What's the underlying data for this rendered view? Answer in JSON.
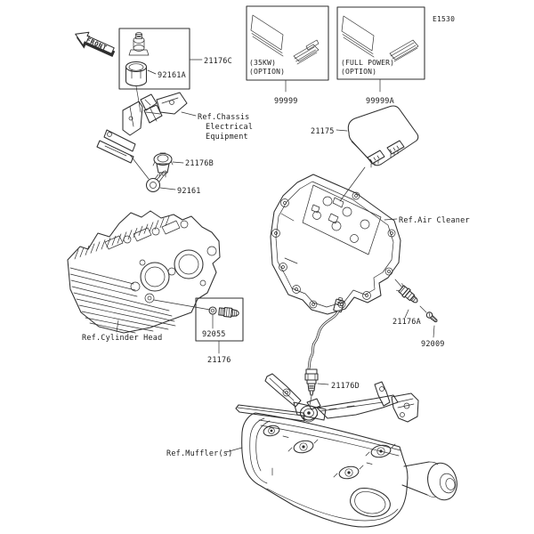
{
  "diagram": {
    "page_code": "E1530",
    "front_marker": "FRONT",
    "labels": {
      "part_21176C": "21176C",
      "part_92161A": "92161A",
      "part_99999": "99999",
      "part_99999A": "99999A",
      "part_21175": "21175",
      "part_21176B": "21176B",
      "part_92161": "92161",
      "part_92055": "92055",
      "part_21176": "21176",
      "part_21176A": "21176A",
      "part_92009": "92009",
      "part_21176D": "21176D"
    },
    "options": {
      "kw35_l1": "(35KW)",
      "kw35_l2": "(OPTION)",
      "full_l1": "(FULL POWER)",
      "full_l2": "(OPTION)"
    },
    "refs": {
      "chassis_l1": "Ref.Chassis",
      "chassis_l2": "Electrical",
      "chassis_l3": "Equipment",
      "air_cleaner": "Ref.Air Cleaner",
      "cylinder_head": "Ref.Cylinder Head",
      "muffler": "Ref.Muffler(s)"
    },
    "colors": {
      "line": "#2f2f2f",
      "background": "#ffffff"
    }
  }
}
